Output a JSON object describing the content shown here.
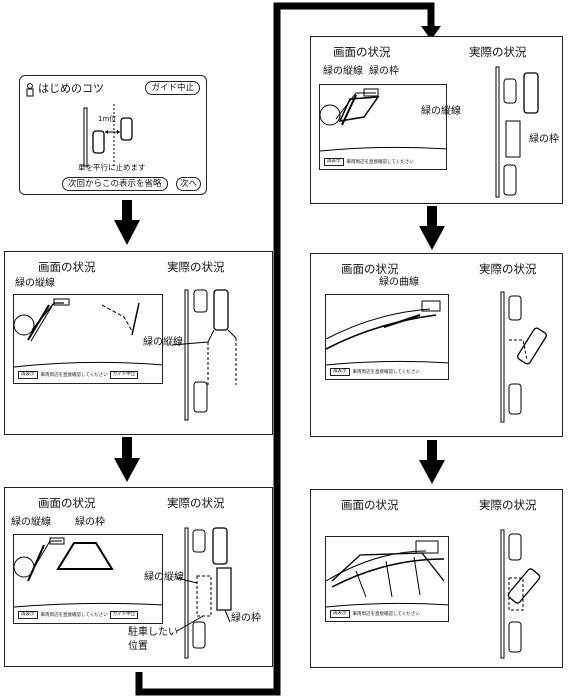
{
  "labels": {
    "screen_view": "画面の状況",
    "actual_view": "実際の状況",
    "green_vertical": "緑の縦線",
    "green_frame": "緑の枠",
    "green_curve": "緑の曲線",
    "park_position": "駐車したい",
    "park_position_2": "位置"
  },
  "intro": {
    "title": "はじめのコツ",
    "guide_stop": "ガイド中止",
    "distance": "1m位",
    "instruction": "車を平行に止めます",
    "skip_next": "次回からこの表示を省略",
    "next": "次へ"
  },
  "screen_bar": {
    "recheck": "再表示",
    "message": "車両周辺を直接確認してください",
    "guide_stop": "ガイド中止"
  }
}
